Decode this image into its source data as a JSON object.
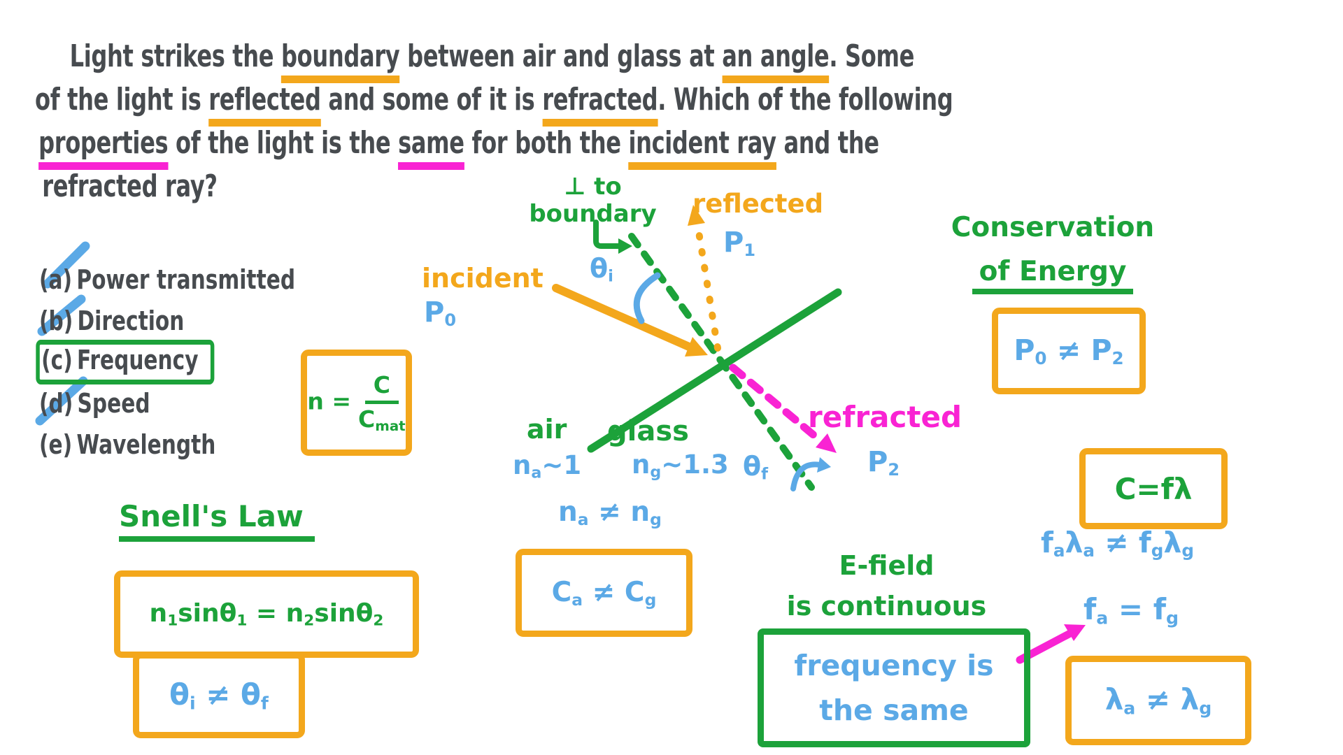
{
  "colors": {
    "ink": "#474B4F",
    "orange": "#F3A71C",
    "green": "#1CA23A",
    "blue": "#5BA9E6",
    "magenta": "#F923D3",
    "background": "#FFFFFF"
  },
  "question": {
    "lines": [
      {
        "indent": 68,
        "segments": [
          {
            "t": "Light strikes the "
          },
          {
            "t": "boundary",
            "u": "orange"
          },
          {
            "t": " between air and glass at "
          },
          {
            "t": "an angle",
            "u": "orange"
          },
          {
            "t": ". Some"
          }
        ]
      },
      {
        "indent": 0,
        "segments": [
          {
            "t": "of the light is "
          },
          {
            "t": "reflected",
            "u": "orange"
          },
          {
            "t": " and some of it is "
          },
          {
            "t": "refracted",
            "u": "orange"
          },
          {
            "t": ". Which of the following"
          }
        ]
      },
      {
        "indent": 7,
        "segments": [
          {
            "t": "properties",
            "u": "magenta"
          },
          {
            "t": " of the light is the "
          },
          {
            "t": "same",
            "u": "magenta"
          },
          {
            "t": " for both the "
          },
          {
            "t": "incident ray",
            "u": "orange"
          },
          {
            "t": " and the"
          }
        ]
      },
      {
        "indent": 14,
        "segments": [
          {
            "t": "refracted ray?"
          }
        ]
      }
    ]
  },
  "options": {
    "items": [
      {
        "label": "(a)",
        "text": "Power transmitted",
        "struck": true
      },
      {
        "label": "(b)",
        "text": "Direction",
        "struck": true
      },
      {
        "label": "(c)",
        "text": "Frequency",
        "boxed": true
      },
      {
        "label": "(d)",
        "text": "Speed",
        "struck": true
      },
      {
        "label": "(e)",
        "text": "Wavelength"
      }
    ]
  },
  "formulas": {
    "refractive_index": {
      "lhs": "n =",
      "numerator": "C",
      "denominator": [
        {
          "t": "C"
        },
        {
          "t": "mat",
          "sub": true
        }
      ]
    },
    "snell_title": "Snell's Law",
    "snell": [
      {
        "t": "n"
      },
      {
        "t": "1",
        "sub": true
      },
      {
        "t": "sinθ"
      },
      {
        "t": "1",
        "sub": true
      },
      {
        "t": " = n"
      },
      {
        "t": "2",
        "sub": true
      },
      {
        "t": "sinθ"
      },
      {
        "t": "2",
        "sub": true
      }
    ],
    "angles": [
      {
        "t": "θ"
      },
      {
        "t": "i",
        "sub": true
      },
      {
        "t": " ≠ θ"
      },
      {
        "t": "f",
        "sub": true
      }
    ],
    "conservation_line1": "Conservation",
    "conservation_line2": "of Energy",
    "power": [
      {
        "t": "P"
      },
      {
        "t": "0",
        "sub": true
      },
      {
        "t": " ≠ P"
      },
      {
        "t": "2",
        "sub": true
      }
    ],
    "index_neq": [
      {
        "t": "n"
      },
      {
        "t": "a",
        "sub": true
      },
      {
        "t": " ≠ n"
      },
      {
        "t": "g",
        "sub": true
      }
    ],
    "speed_neq": [
      {
        "t": "C"
      },
      {
        "t": "a",
        "sub": true
      },
      {
        "t": " ≠ C"
      },
      {
        "t": "g",
        "sub": true
      }
    ],
    "wave_speed": "C=fλ",
    "freq_wavelength": [
      {
        "t": "f"
      },
      {
        "t": "a",
        "sub": true
      },
      {
        "t": "λ"
      },
      {
        "t": "a",
        "sub": true
      },
      {
        "t": " ≠ f"
      },
      {
        "t": "g",
        "sub": true
      },
      {
        "t": "λ"
      },
      {
        "t": "g",
        "sub": true
      }
    ],
    "freq_equal": [
      {
        "t": "f"
      },
      {
        "t": "a",
        "sub": true
      },
      {
        "t": " = f"
      },
      {
        "t": "g",
        "sub": true
      }
    ],
    "wavelength_neq": [
      {
        "t": "λ"
      },
      {
        "t": "a",
        "sub": true
      },
      {
        "t": " ≠ λ"
      },
      {
        "t": "g",
        "sub": true
      }
    ],
    "efield_line1": "E-field",
    "efield_line2": "is continuous",
    "freq_same_line1": "frequency is",
    "freq_same_line2": "the same"
  },
  "diagram": {
    "normal_label_line1": "⊥ to",
    "normal_label_line2": "boundary",
    "incident_label": "incident",
    "p0": [
      {
        "t": "P"
      },
      {
        "t": "0",
        "sub": true
      }
    ],
    "reflected_label": "reflected",
    "p1": [
      {
        "t": "P"
      },
      {
        "t": "1",
        "sub": true
      }
    ],
    "theta_i": [
      {
        "t": "θ"
      },
      {
        "t": "i",
        "sub": true
      }
    ],
    "air_label": "air",
    "glass_label": "glass",
    "n_air": [
      {
        "t": "n"
      },
      {
        "t": "a",
        "sub": true
      },
      {
        "t": "~1"
      }
    ],
    "n_glass": [
      {
        "t": "n"
      },
      {
        "t": "g",
        "sub": true
      },
      {
        "t": "~1.3"
      }
    ],
    "theta_f": [
      {
        "t": "θ"
      },
      {
        "t": "f",
        "sub": true
      }
    ],
    "refracted_label": "refracted",
    "p2": [
      {
        "t": "P"
      },
      {
        "t": "2",
        "sub": true
      }
    ]
  }
}
